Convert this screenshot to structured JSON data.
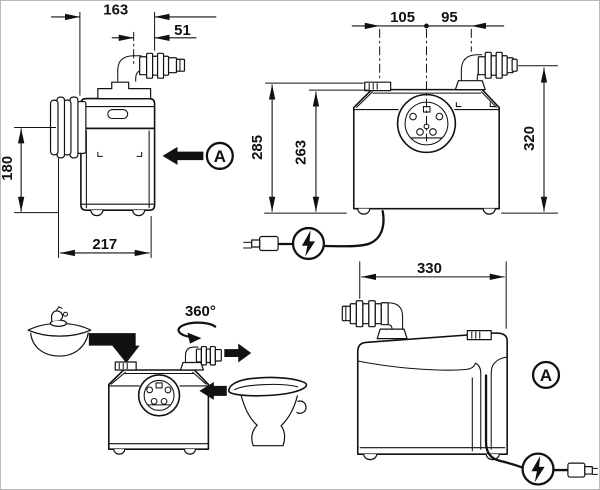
{
  "page": {
    "background": "#ffffff",
    "line_color": "#111111"
  },
  "views": {
    "top_left_side": {
      "name": "side view with inlet spigot",
      "view_label": "A",
      "dims": {
        "top_width": "163",
        "outlet_offset": "51",
        "inlet_height": "180",
        "base_depth": "217"
      }
    },
    "top_right_front": {
      "name": "front view with access cover",
      "dims": {
        "vent_to_center": "105",
        "center_to_outlet": "95",
        "height_to_vent": "285",
        "height_to_lid": "263",
        "height_to_outlet": "320"
      }
    },
    "bottom_left_usage": {
      "name": "connection schematic with basin and toilet",
      "rotation_label": "360°"
    },
    "bottom_right_side": {
      "name": "outlet side view",
      "view_label": "A",
      "dims": {
        "width": "330"
      }
    }
  }
}
